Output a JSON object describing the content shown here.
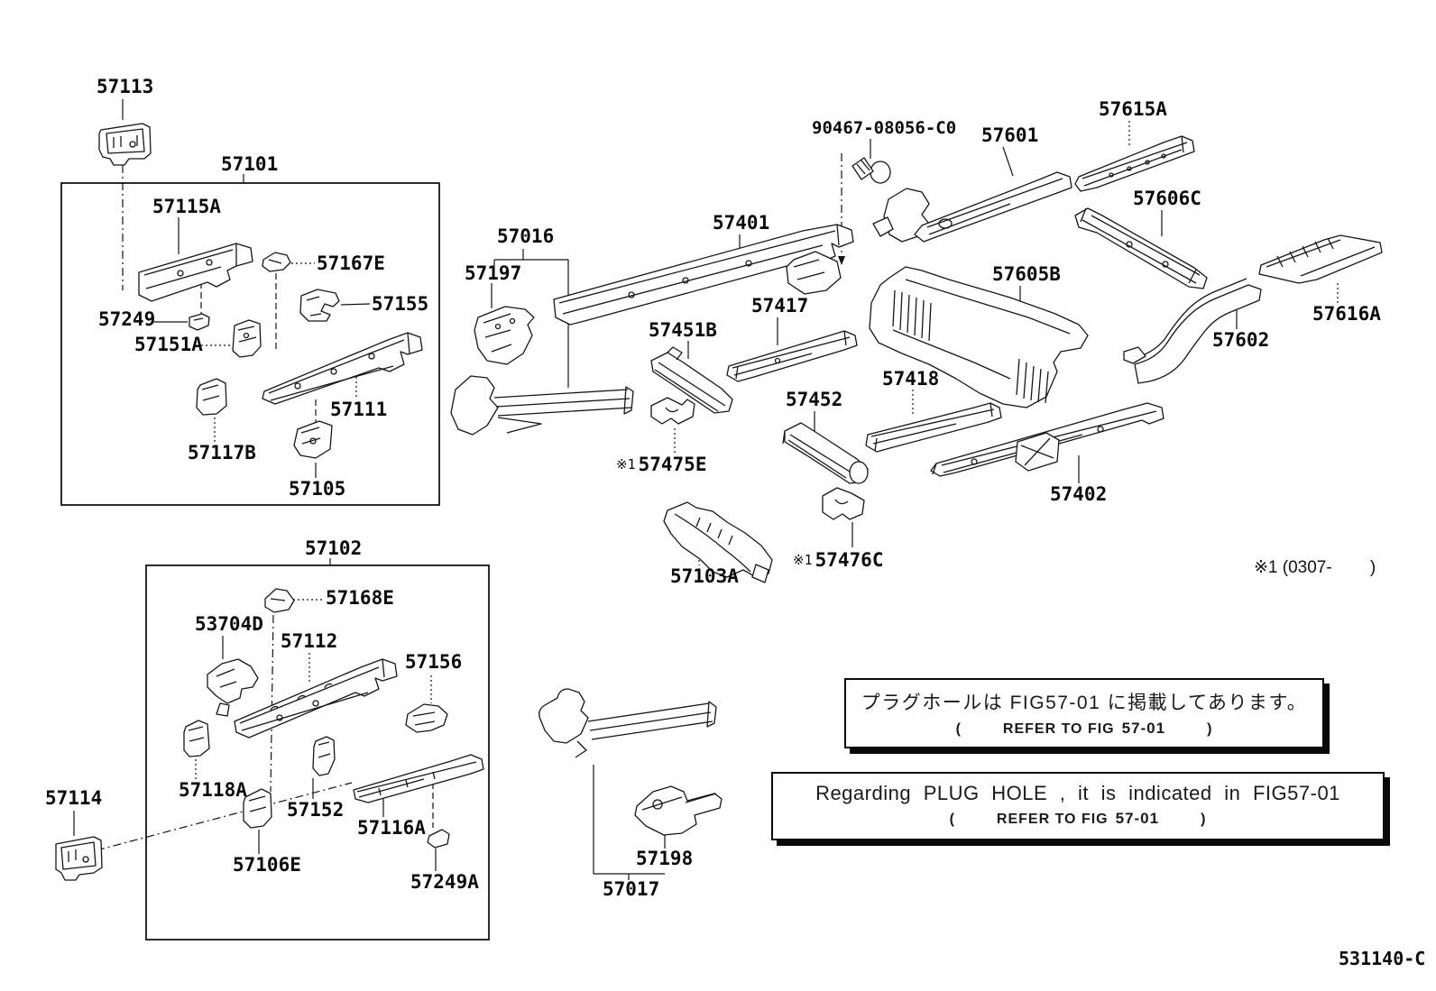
{
  "figure_code": "531140-C",
  "footnote": {
    "text": "※1 (0307-        )"
  },
  "hardware": {
    "bolt_part_number": "90467-08056-C0"
  },
  "groups": {
    "front_left": "57101",
    "front_right_lower": "57102"
  },
  "labels": {
    "n57113": "57113",
    "n57101": "57101",
    "n57115A": "57115A",
    "n57167E": "57167E",
    "n57155": "57155",
    "n57249": "57249",
    "n57151A": "57151A",
    "n57111": "57111",
    "n57117B": "57117B",
    "n57105": "57105",
    "n57016": "57016",
    "n57197": "57197",
    "n57401": "57401",
    "n90467": "90467-08056-C0",
    "n57601": "57601",
    "n57615A": "57615A",
    "n57606C": "57606C",
    "n57605B": "57605B",
    "n57616A": "57616A",
    "n57602": "57602",
    "n57417": "57417",
    "n57451B": "57451B",
    "n57418": "57418",
    "n57452": "57452",
    "n57402": "57402",
    "n57103A": "57103A",
    "n57102": "57102",
    "n57168E": "57168E",
    "n53704D": "53704D",
    "n57112": "57112",
    "n57156": "57156",
    "n57118A": "57118A",
    "n57114": "57114",
    "n57152": "57152",
    "n57116A": "57116A",
    "n57106E": "57106E",
    "n57249A": "57249A",
    "n57198": "57198",
    "n57017": "57017"
  },
  "special_labels": {
    "s57475E": {
      "prefix": "※1",
      "number": "57475E"
    },
    "s57476C": {
      "prefix": "※1",
      "number": "57476C"
    }
  },
  "notes": {
    "jp_line1": "プラグホールは FIG57-01 に掲載してあります。",
    "en_line1": "Regarding  PLUG  HOLE , it is indicated in FIG57-01",
    "refer_open": "(",
    "refer_text": "REFER TO FIG",
    "refer_num": "57-01",
    "refer_close": ")"
  }
}
